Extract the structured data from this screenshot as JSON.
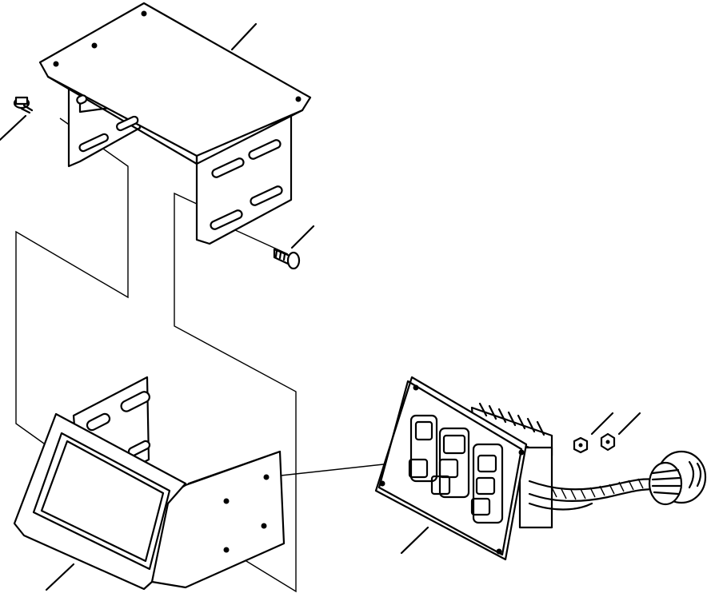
{
  "drawing": {
    "type": "exploded-parts-diagram",
    "background": "#ffffff",
    "line_color": "#000000",
    "parts": [
      "top-bracket",
      "bracket-bolt-left",
      "bracket-bolt-right",
      "monitor-housing",
      "monitor-panel",
      "wiring-harness",
      "connector",
      "nut-1",
      "nut-2"
    ],
    "leader_count": 6,
    "text_labels": []
  }
}
